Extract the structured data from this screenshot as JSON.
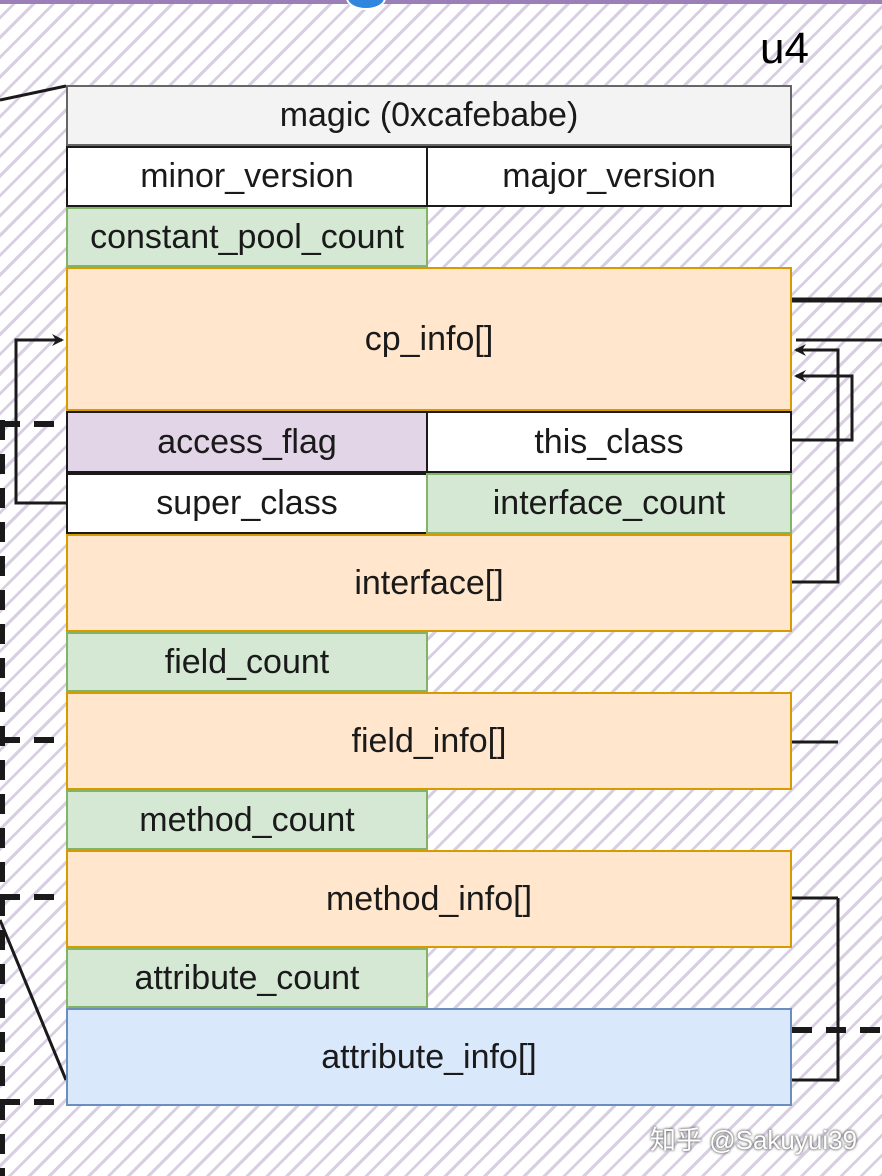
{
  "width_label": "u4",
  "fields": {
    "magic": "magic (0xcafebabe)",
    "minor_version": "minor_version",
    "major_version": "major_version",
    "constant_pool_count": "constant_pool_count",
    "cp_info": "cp_info[]",
    "access_flag": "access_flag",
    "this_class": "this_class",
    "super_class": "super_class",
    "interface_count": "interface_count",
    "interface": "interface[]",
    "field_count": "field_count",
    "field_info": "field_info[]",
    "method_count": "method_count",
    "method_info": "method_info[]",
    "attribute_count": "attribute_count",
    "attribute_info": "attribute_info[]"
  },
  "watermark": "知乎 @Sakuyui39",
  "colors": {
    "gray": "#f3f3f3",
    "green": "#d5e8d4",
    "orange": "#ffe6cc",
    "purple": "#e1d5e7",
    "blue": "#dae8fc",
    "hatch": "#d9cfe3"
  }
}
